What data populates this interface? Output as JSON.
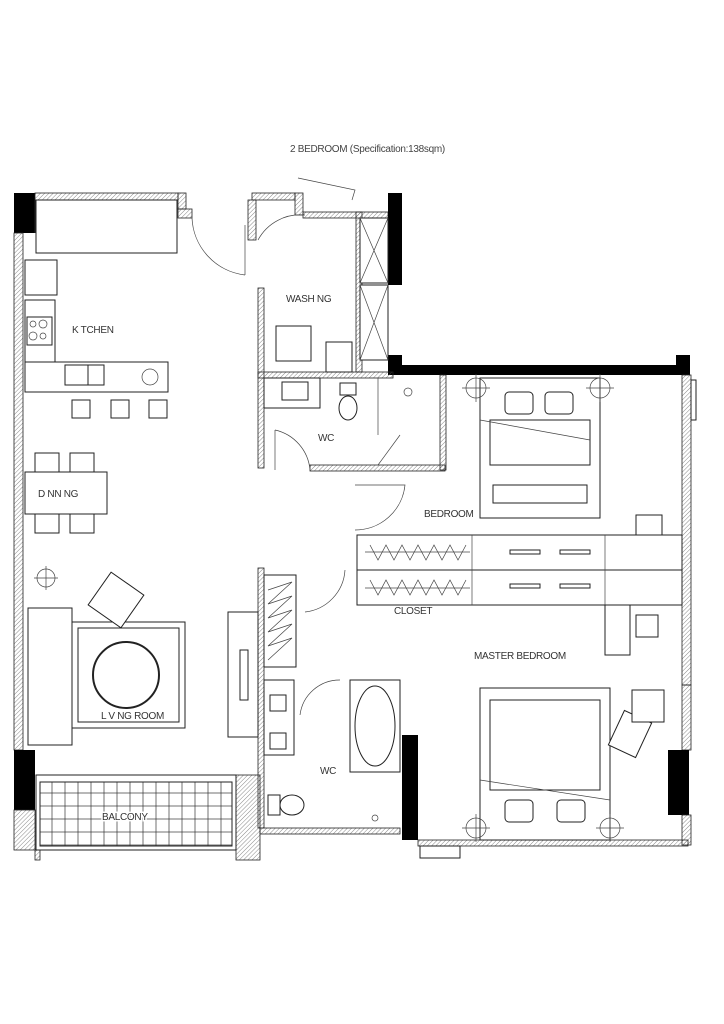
{
  "title": "2 BEDROOM (Specification:138sqm)",
  "rooms": {
    "kitchen": "K TCHEN",
    "washing": "WASH NG",
    "wc_upper": "WC",
    "dining": "D NN NG",
    "bedroom": "BEDROOM",
    "closet": "CLOSET",
    "master_bedroom": "MASTER BEDROOM",
    "living_room": "L V NG ROOM",
    "wc_lower": "WC",
    "balcony": "BALCONY"
  },
  "colors": {
    "line": "#222222",
    "wall_fill": "#000000",
    "background": "#ffffff"
  }
}
